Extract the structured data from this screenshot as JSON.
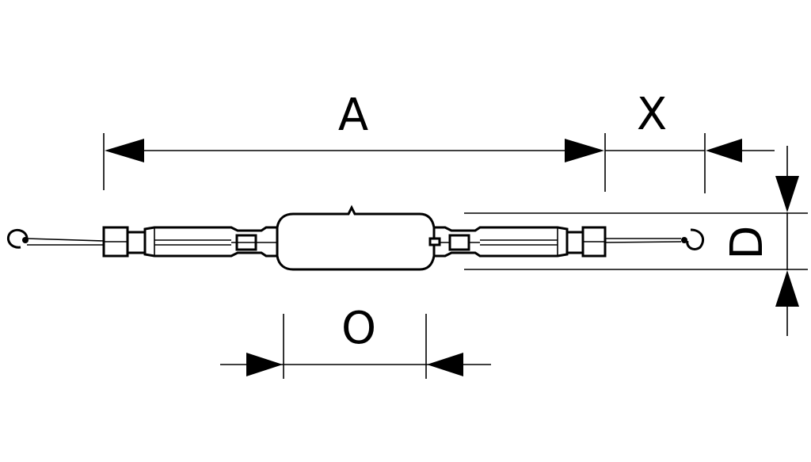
{
  "dimensions": {
    "A": "A",
    "X": "X",
    "D": "D",
    "O": "O"
  },
  "colors": {
    "stroke": "#000000",
    "background": "#ffffff"
  }
}
